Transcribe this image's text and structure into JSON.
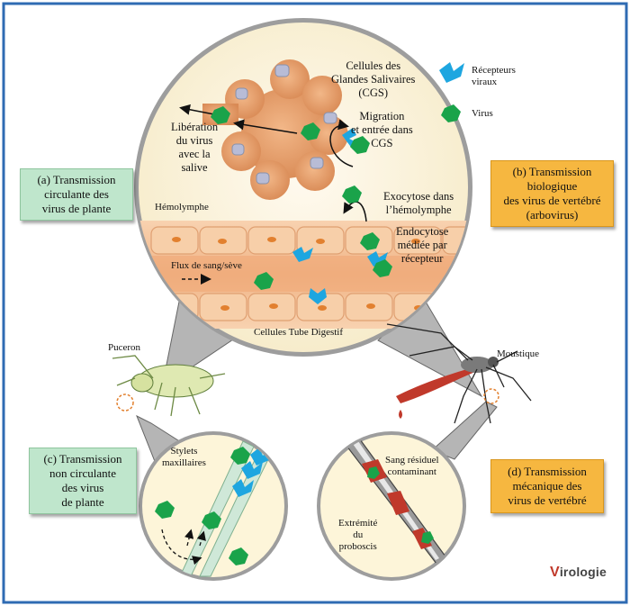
{
  "labels": {
    "cgs": "Cellules des\nGlandes Salivaires\n(CGS)",
    "migration": "Migration\net entrée dans\nCGS",
    "liberation": "Libération\ndu virus\navec la\nsalive",
    "hemolymphe": "Hémolymphe",
    "exocytose": "Exocytose dans\nl’hémolymphe",
    "endocytose": "Endocytose\nmédiée par\nrécepteur",
    "flux": "Flux de sang/sève",
    "tube": "Cellules Tube Digestif",
    "puceron": "Puceron",
    "moustique": "Moustique",
    "stylets": "Stylets\nmaxillaires",
    "sang": "Sang résiduel\ncontaminant",
    "extremite": "Extrémité\ndu\nproboscis"
  },
  "legend": {
    "receptors": "Récepteurs\nviraux",
    "virus": "Virus"
  },
  "boxes": {
    "a": "(a) Transmission\ncirculante des\nvirus de plante",
    "b": "(b) Transmission\nbiologique\ndes virus de vertébré\n(arbovirus)",
    "c": "(c) Transmission\nnon circulante\ndes virus\nde plante",
    "d": "(d) Transmission\nmécanique des\nvirus de vertébré"
  },
  "logo": {
    "initial": "V",
    "rest": "irologie"
  },
  "colors": {
    "frame": "#2f6bb3",
    "cell": "#f5c29a",
    "gland": "#e69a66",
    "virus": "#1aa34a",
    "receptor": "#1ea6e0",
    "circle_fill": "#fdf5d9",
    "box_green": "#bfe6cc",
    "box_orange": "#f6b740"
  }
}
